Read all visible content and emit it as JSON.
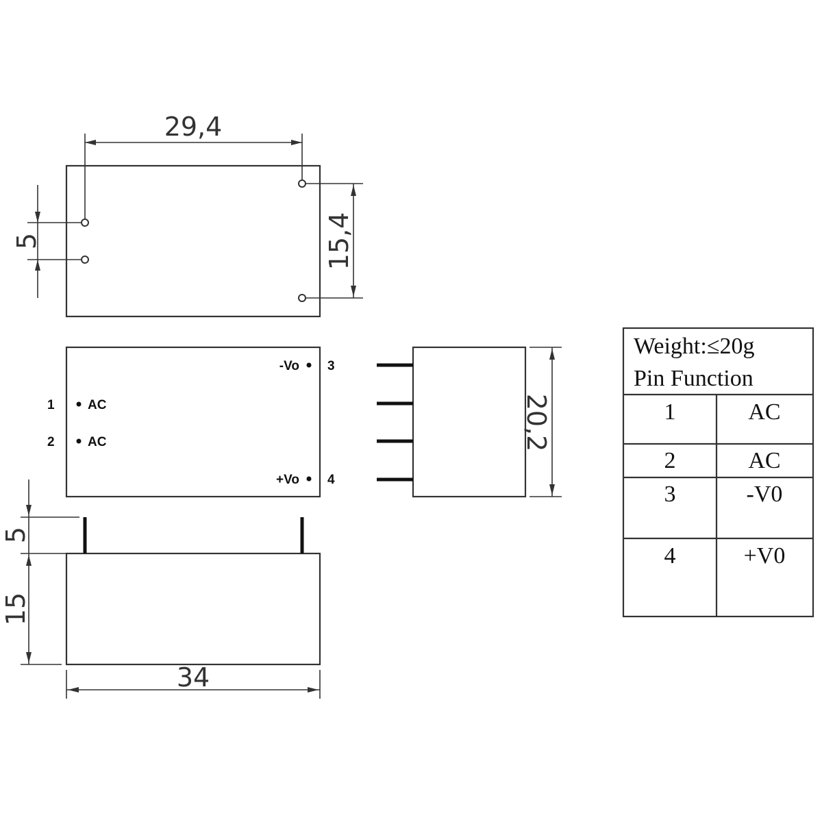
{
  "top_view": {
    "dim_width": "29,4",
    "dim_left_spacing": "5",
    "dim_right_spacing": "15,4"
  },
  "front_view": {
    "pins": [
      {
        "number": "1",
        "label": "AC"
      },
      {
        "number": "2",
        "label": "AC"
      },
      {
        "number": "3",
        "label": "-Vo"
      },
      {
        "number": "4",
        "label": "+Vo"
      }
    ]
  },
  "side_view": {
    "dim_height": "20,2"
  },
  "bottom_view": {
    "dim_pin_length": "5",
    "dim_body_height": "15",
    "dim_length": "34"
  },
  "table": {
    "weight": "Weight:≤20g",
    "title": "Pin Function",
    "rows": [
      {
        "pin": "1",
        "function": "AC"
      },
      {
        "pin": "2",
        "function": "AC"
      },
      {
        "pin": "3",
        "function": "-V0"
      },
      {
        "pin": "4",
        "function": "+V0"
      }
    ]
  }
}
